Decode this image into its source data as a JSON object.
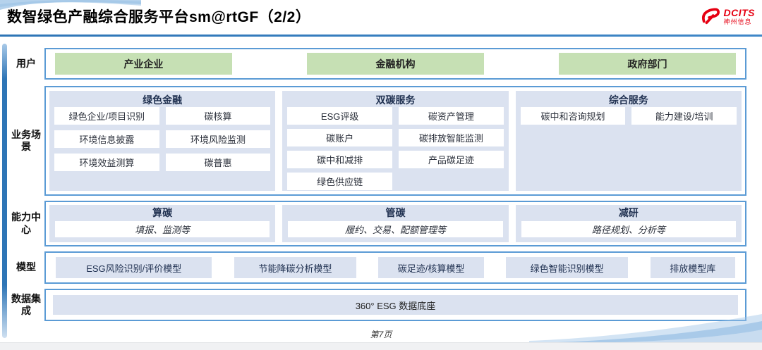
{
  "header": {
    "title": "数智绿色产融综合服务平台sm@rtGF（2/2）",
    "logo": {
      "name": "DCITS",
      "subname": "神州信息"
    }
  },
  "layers": {
    "users": {
      "label": "用户",
      "items": [
        "产业企业",
        "金融机构",
        "政府部门"
      ]
    },
    "scenarios": {
      "label": "业务场景",
      "columns": [
        {
          "title": "绿色金融",
          "items": [
            "绿色企业/项目识别",
            "碳核算",
            "环境信息披露",
            "环境风险监测",
            "环境效益测算",
            "碳普惠"
          ]
        },
        {
          "title": "双碳服务",
          "items": [
            "ESG评级",
            "碳资产管理",
            "碳账户",
            "碳排放智能监测",
            "碳中和减排",
            "产品碳足迹",
            "绿色供应链"
          ]
        },
        {
          "title": "综合服务",
          "items": [
            "碳中和咨询规划",
            "能力建设/培训"
          ]
        }
      ]
    },
    "capabilities": {
      "label": "能力中心",
      "items": [
        {
          "title": "算碳",
          "desc": "填报、监测等"
        },
        {
          "title": "管碳",
          "desc": "履约、交易、配额管理等"
        },
        {
          "title": "减研",
          "desc": "路径规划、分析等"
        }
      ]
    },
    "models": {
      "label": "模型",
      "items": [
        "ESG风险识别/评价模型",
        "节能降碳分析模型",
        "碳足迹/核算模型",
        "绿色智能识别模型",
        "排放模型库"
      ]
    },
    "data_integration": {
      "label": "数据集成",
      "items": [
        "360° ESG 数据底座"
      ]
    }
  },
  "footer": {
    "page_number": "第7页"
  },
  "colors": {
    "accent_blue": "#2e75b6",
    "container_border": "#5b9bd5",
    "green_fill": "#c6e0b4",
    "panel_fill": "#dbe2f0",
    "brand_red": "#e60012"
  }
}
